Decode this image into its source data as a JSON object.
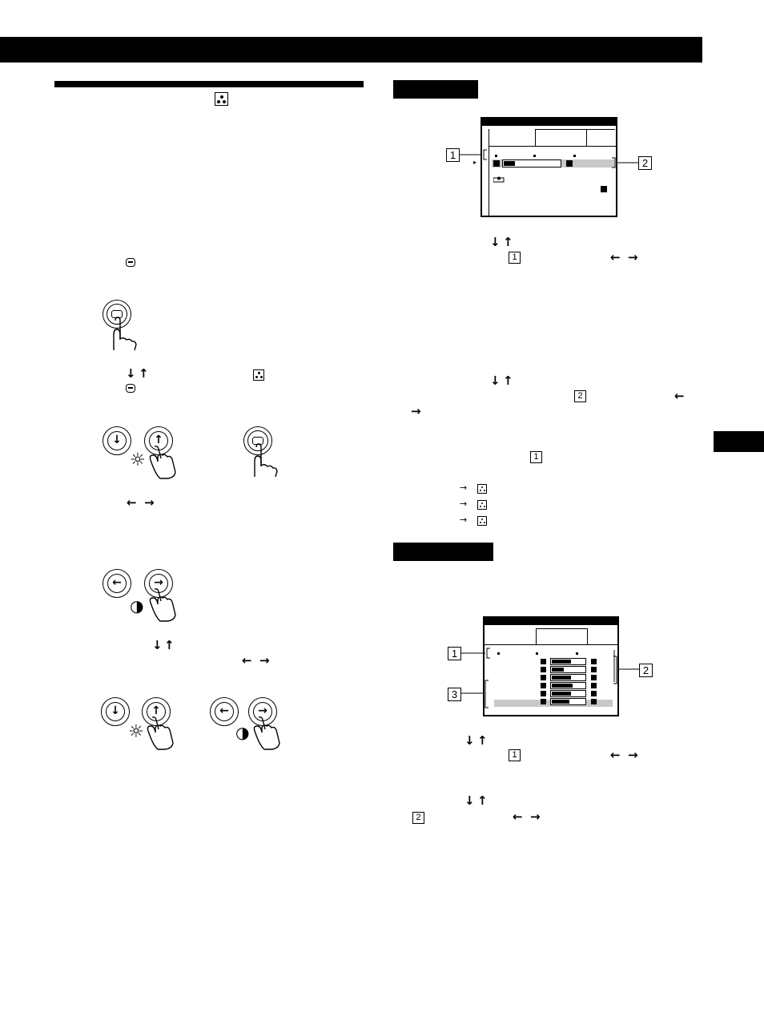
{
  "page": {
    "section_tab_text": "",
    "header_text": ""
  },
  "glyphs": {
    "down": "↓",
    "up": "↑",
    "left": "←",
    "right": "→",
    "small_right": "→",
    "sun": "☼",
    "contrast": "◑"
  },
  "callouts": {
    "one": "1",
    "two": "2",
    "three": "3"
  },
  "icons": {
    "color_menu": "color-adjust-icon",
    "menu": "menu-button-icon",
    "hand": "pressing-hand-icon",
    "brightness": "brightness-icon",
    "contrast": "contrast-icon"
  },
  "colors": {
    "bar": "#000000",
    "highlight": "#c8c8c8"
  },
  "osd_easy": {
    "slider_level": 0.2
  },
  "osd_expert": {
    "slider_levels": [
      0.55,
      0.35,
      0.55,
      0.6,
      0.55,
      0.5
    ]
  }
}
